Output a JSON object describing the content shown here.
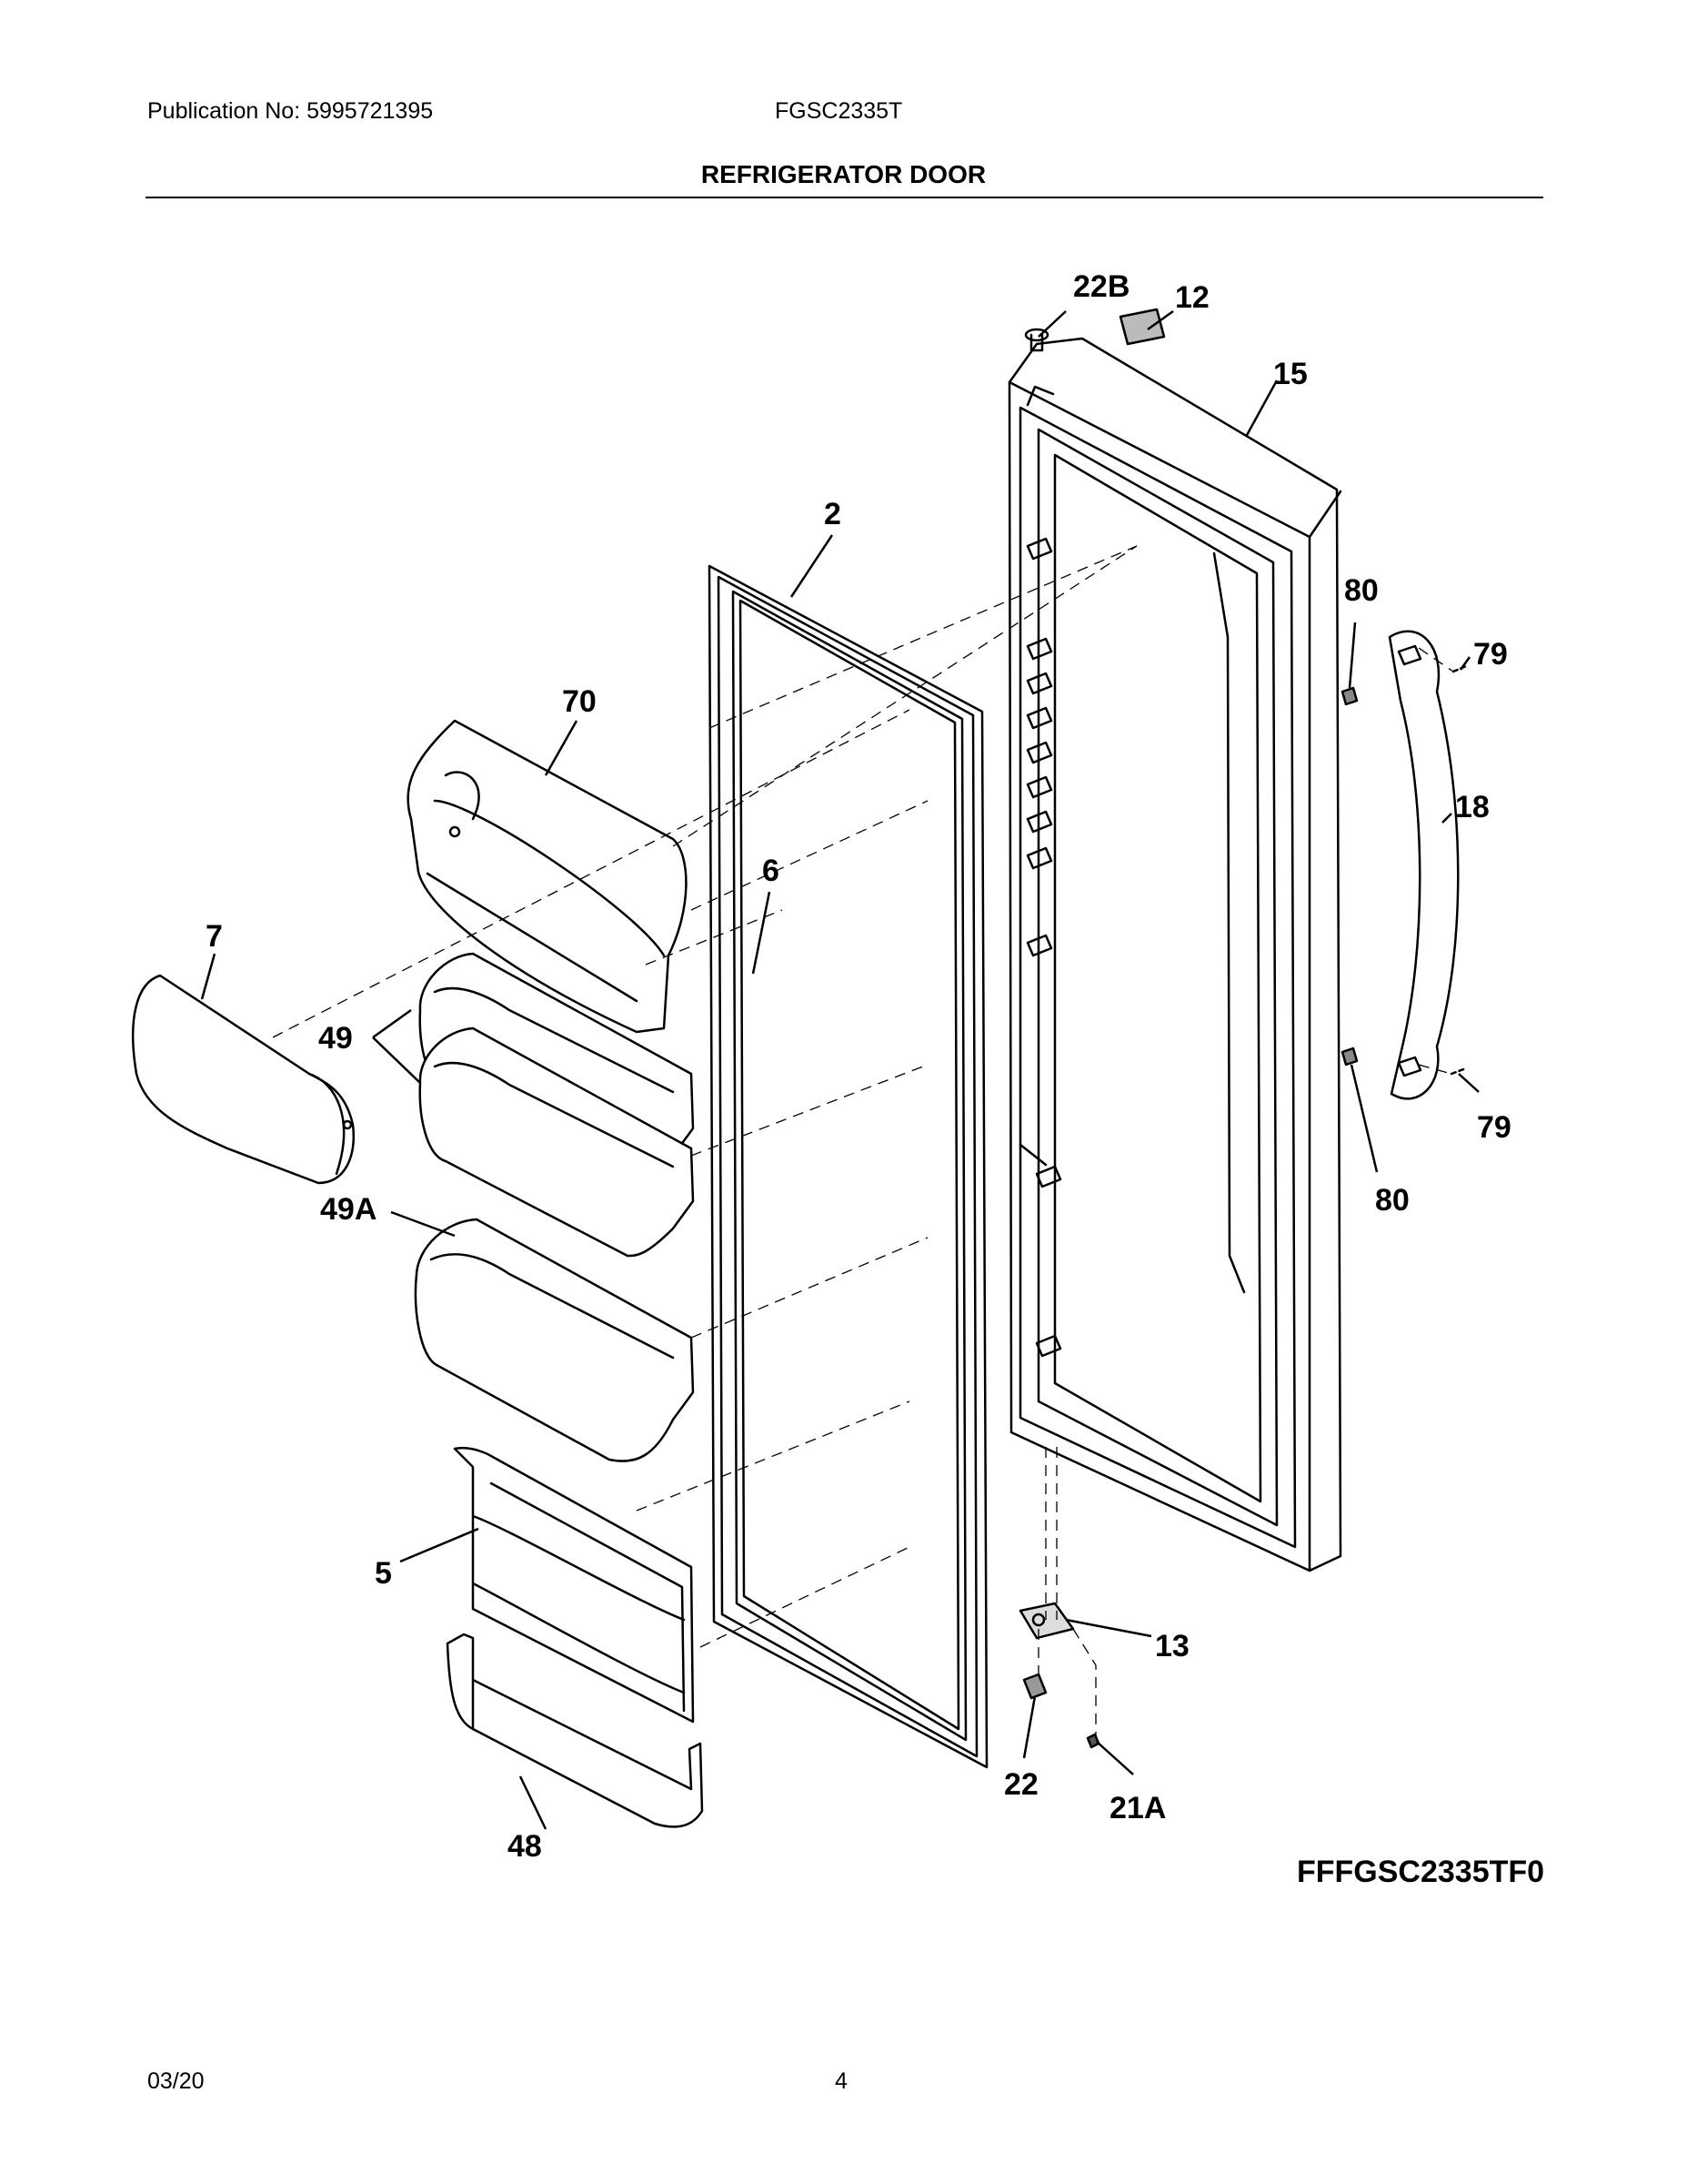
{
  "header": {
    "publication": "Publication No: 5995721395",
    "model": "FGSC2335T",
    "section_title": "REFRIGERATOR DOOR"
  },
  "diagram": {
    "reference_code": "FFFGSC2335TF0",
    "callouts": {
      "c22B": "22B",
      "c12": "12",
      "c15": "15",
      "c2": "2",
      "c80a": "80",
      "c79a": "79",
      "c70": "70",
      "c18": "18",
      "c6": "6",
      "c7": "7",
      "c49": "49",
      "c79b": "79",
      "c80b": "80",
      "c49A": "49A",
      "c5": "5",
      "c13": "13",
      "c22": "22",
      "c21A": "21A",
      "c48": "48"
    }
  },
  "footer": {
    "date": "03/20",
    "page": "4"
  }
}
